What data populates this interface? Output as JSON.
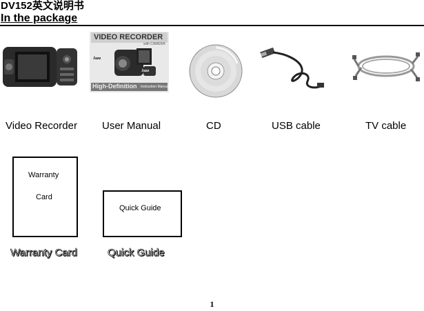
{
  "header": {
    "doc_title": "DV152英文说明书",
    "section_title": "In the package"
  },
  "package_items": [
    {
      "caption": "Video Recorder",
      "icon": "video-recorder-image"
    },
    {
      "caption": "User Manual",
      "icon": "user-manual-image"
    },
    {
      "caption": "CD",
      "icon": "cd-disc-image"
    },
    {
      "caption": "USB cable",
      "icon": "usb-cable-image"
    },
    {
      "caption": "TV cable",
      "icon": "tv-cable-image"
    }
  ],
  "manual_cover": {
    "title": "VIDEO RECORDER",
    "subtitle": "with CAMERA",
    "brand": "Jazz",
    "footer_left": "High-Definition",
    "footer_right": "Instruction Manual"
  },
  "warranty_card": {
    "line1": "Warranty",
    "line2": "Card",
    "caption": "Warranty Card"
  },
  "quick_guide": {
    "label": "Quick Guide",
    "caption": "Quick Guide"
  },
  "page_number": "1"
}
